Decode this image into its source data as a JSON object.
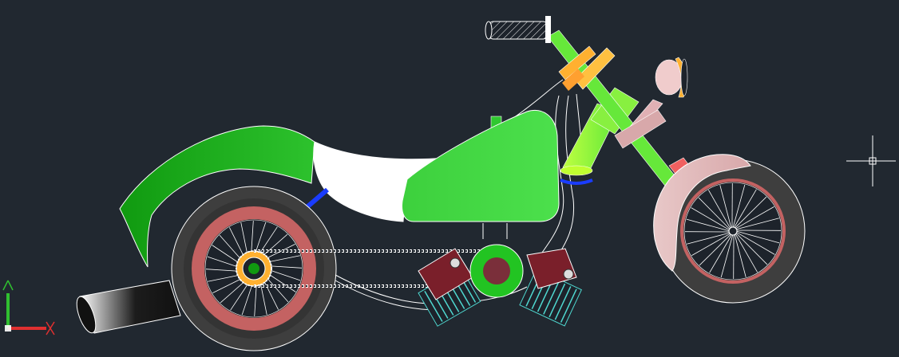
{
  "app": {
    "view": "cad-model-viewport"
  },
  "viewport": {
    "background": "#212830",
    "drawing": "motorcycle",
    "colors": {
      "body_green": "#44d644",
      "dark_green": "#109a10",
      "frame_lime": "#66e83a",
      "fork_red": "#f06060",
      "tire": "#4a4a4a",
      "rim": "#c46262",
      "engine_cyl": "#7a1f2a",
      "engine_fins": "#4fd8d0",
      "orange": "#ffb030",
      "chain": "#ffffff",
      "blue": "#1a3cff"
    }
  },
  "ucs_icon": {
    "name": "ucs-icon",
    "x_color": "#e03030",
    "y_color": "#30c030"
  },
  "cursor": {
    "name": "crosshair-cursor"
  }
}
